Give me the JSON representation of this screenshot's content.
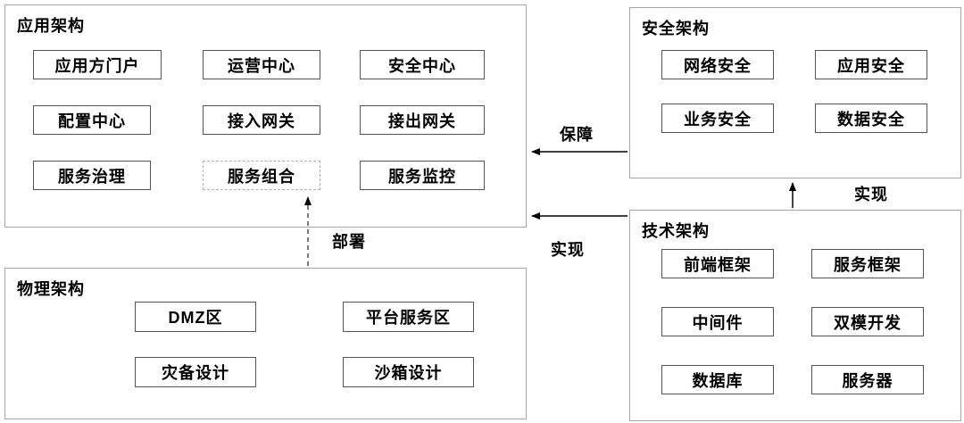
{
  "sections": {
    "application": {
      "title": "应用架构",
      "items": [
        "应用方门户",
        "运营中心",
        "安全中心",
        "配置中心",
        "接入网关",
        "接出网关",
        "服务治理",
        "服务组合",
        "服务监控"
      ]
    },
    "security": {
      "title": "安全架构",
      "items": [
        "网络安全",
        "应用安全",
        "业务安全",
        "数据安全"
      ]
    },
    "technical": {
      "title": "技术架构",
      "items": [
        "前端框架",
        "服务框架",
        "中间件",
        "双模开发",
        "数据库",
        "服务器"
      ]
    },
    "physical": {
      "title": "物理架构",
      "items": [
        "DMZ区",
        "平台服务区",
        "灾备设计",
        "沙箱设计"
      ]
    }
  },
  "arrows": {
    "guarantee": "保障",
    "realize_security": "实现",
    "realize_application": "实现",
    "deploy": "部署"
  },
  "colors": {
    "outer_border": "#a6a6a6",
    "inner_border": "#545454",
    "dashed_border": "#b0b0b0",
    "arrow": "#000000",
    "text": "#000000",
    "background": "#ffffff"
  }
}
